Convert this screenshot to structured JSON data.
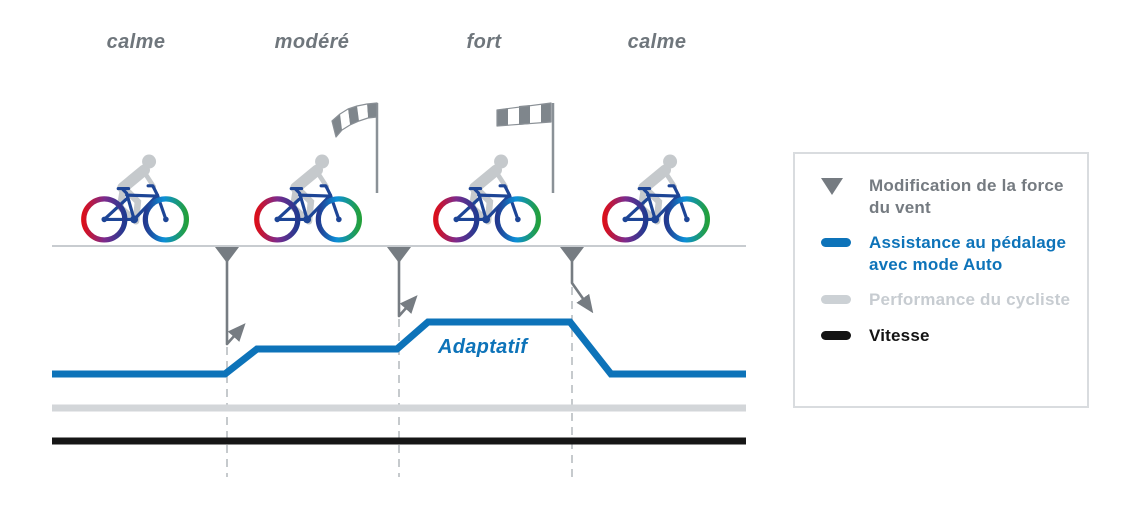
{
  "phases": [
    {
      "label": "calme"
    },
    {
      "label": "modéré"
    },
    {
      "label": "fort"
    },
    {
      "label": "calme"
    }
  ],
  "curve_label": "Adaptatif",
  "legend": {
    "items": [
      {
        "icon": "triangle-down-icon",
        "color": "#757b81",
        "label": "Modification de la force du vent"
      },
      {
        "icon": "line-swatch",
        "color": "#0d73b9",
        "label": "Assistance au pédalage avec mode Auto"
      },
      {
        "icon": "line-swatch",
        "color": "#ccd1d5",
        "label": "Performance du cycliste"
      },
      {
        "icon": "line-swatch",
        "color": "#141414",
        "label": "Vitesse"
      }
    ]
  },
  "diagram": {
    "wind_phases": [
      "calme",
      "modéré",
      "fort",
      "calme"
    ],
    "assistance_relative_level_by_phase": [
      1,
      2,
      3,
      1
    ],
    "performance_line": "constant",
    "speed_line": "constant",
    "wind_change_markers": 3,
    "cyclists": 4,
    "windsocks": [
      "moderate",
      "strong"
    ]
  },
  "colors": {
    "assistance_blue": "#0d73b9",
    "performance_gray": "#d3d6d9",
    "speed_black": "#161616",
    "marker_gray": "#767c82",
    "ground_gray": "#c8ccd0"
  }
}
